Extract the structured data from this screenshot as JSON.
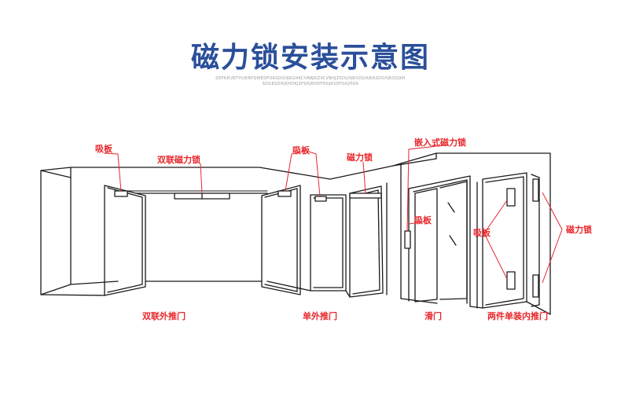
{
  "title": "磁力锁安装示意图",
  "subtitle_lines": [
    "SDFKEURTYIUERPQWEDFUASDGHJKGHKCVNBJKZXCVBHJZSDGHJKSDGHJKASDGHJKSDJKH",
    "SDGKSDHJKHDKJSFSHJKHDFHGJKSDFGKJHDA"
  ],
  "labels": {
    "suction_plate_left": "吸板",
    "double_lock": "双联磁力锁",
    "suction_plate_mid": "吸板",
    "magnetic_lock_single": "磁力锁",
    "embedded_lock": "嵌入式磁力锁",
    "suction_plate_slide": "吸板",
    "suction_plate_two": "吸板",
    "magnetic_lock_right": "磁力锁"
  },
  "captions": {
    "double_outward": "双联外推门",
    "single_outward": "单外推门",
    "sliding": "滑门",
    "two_inward": "两件单装内推门"
  },
  "colors": {
    "title": "#2a4f9a",
    "label": "#e8262a",
    "line": "#1a1a1a"
  }
}
